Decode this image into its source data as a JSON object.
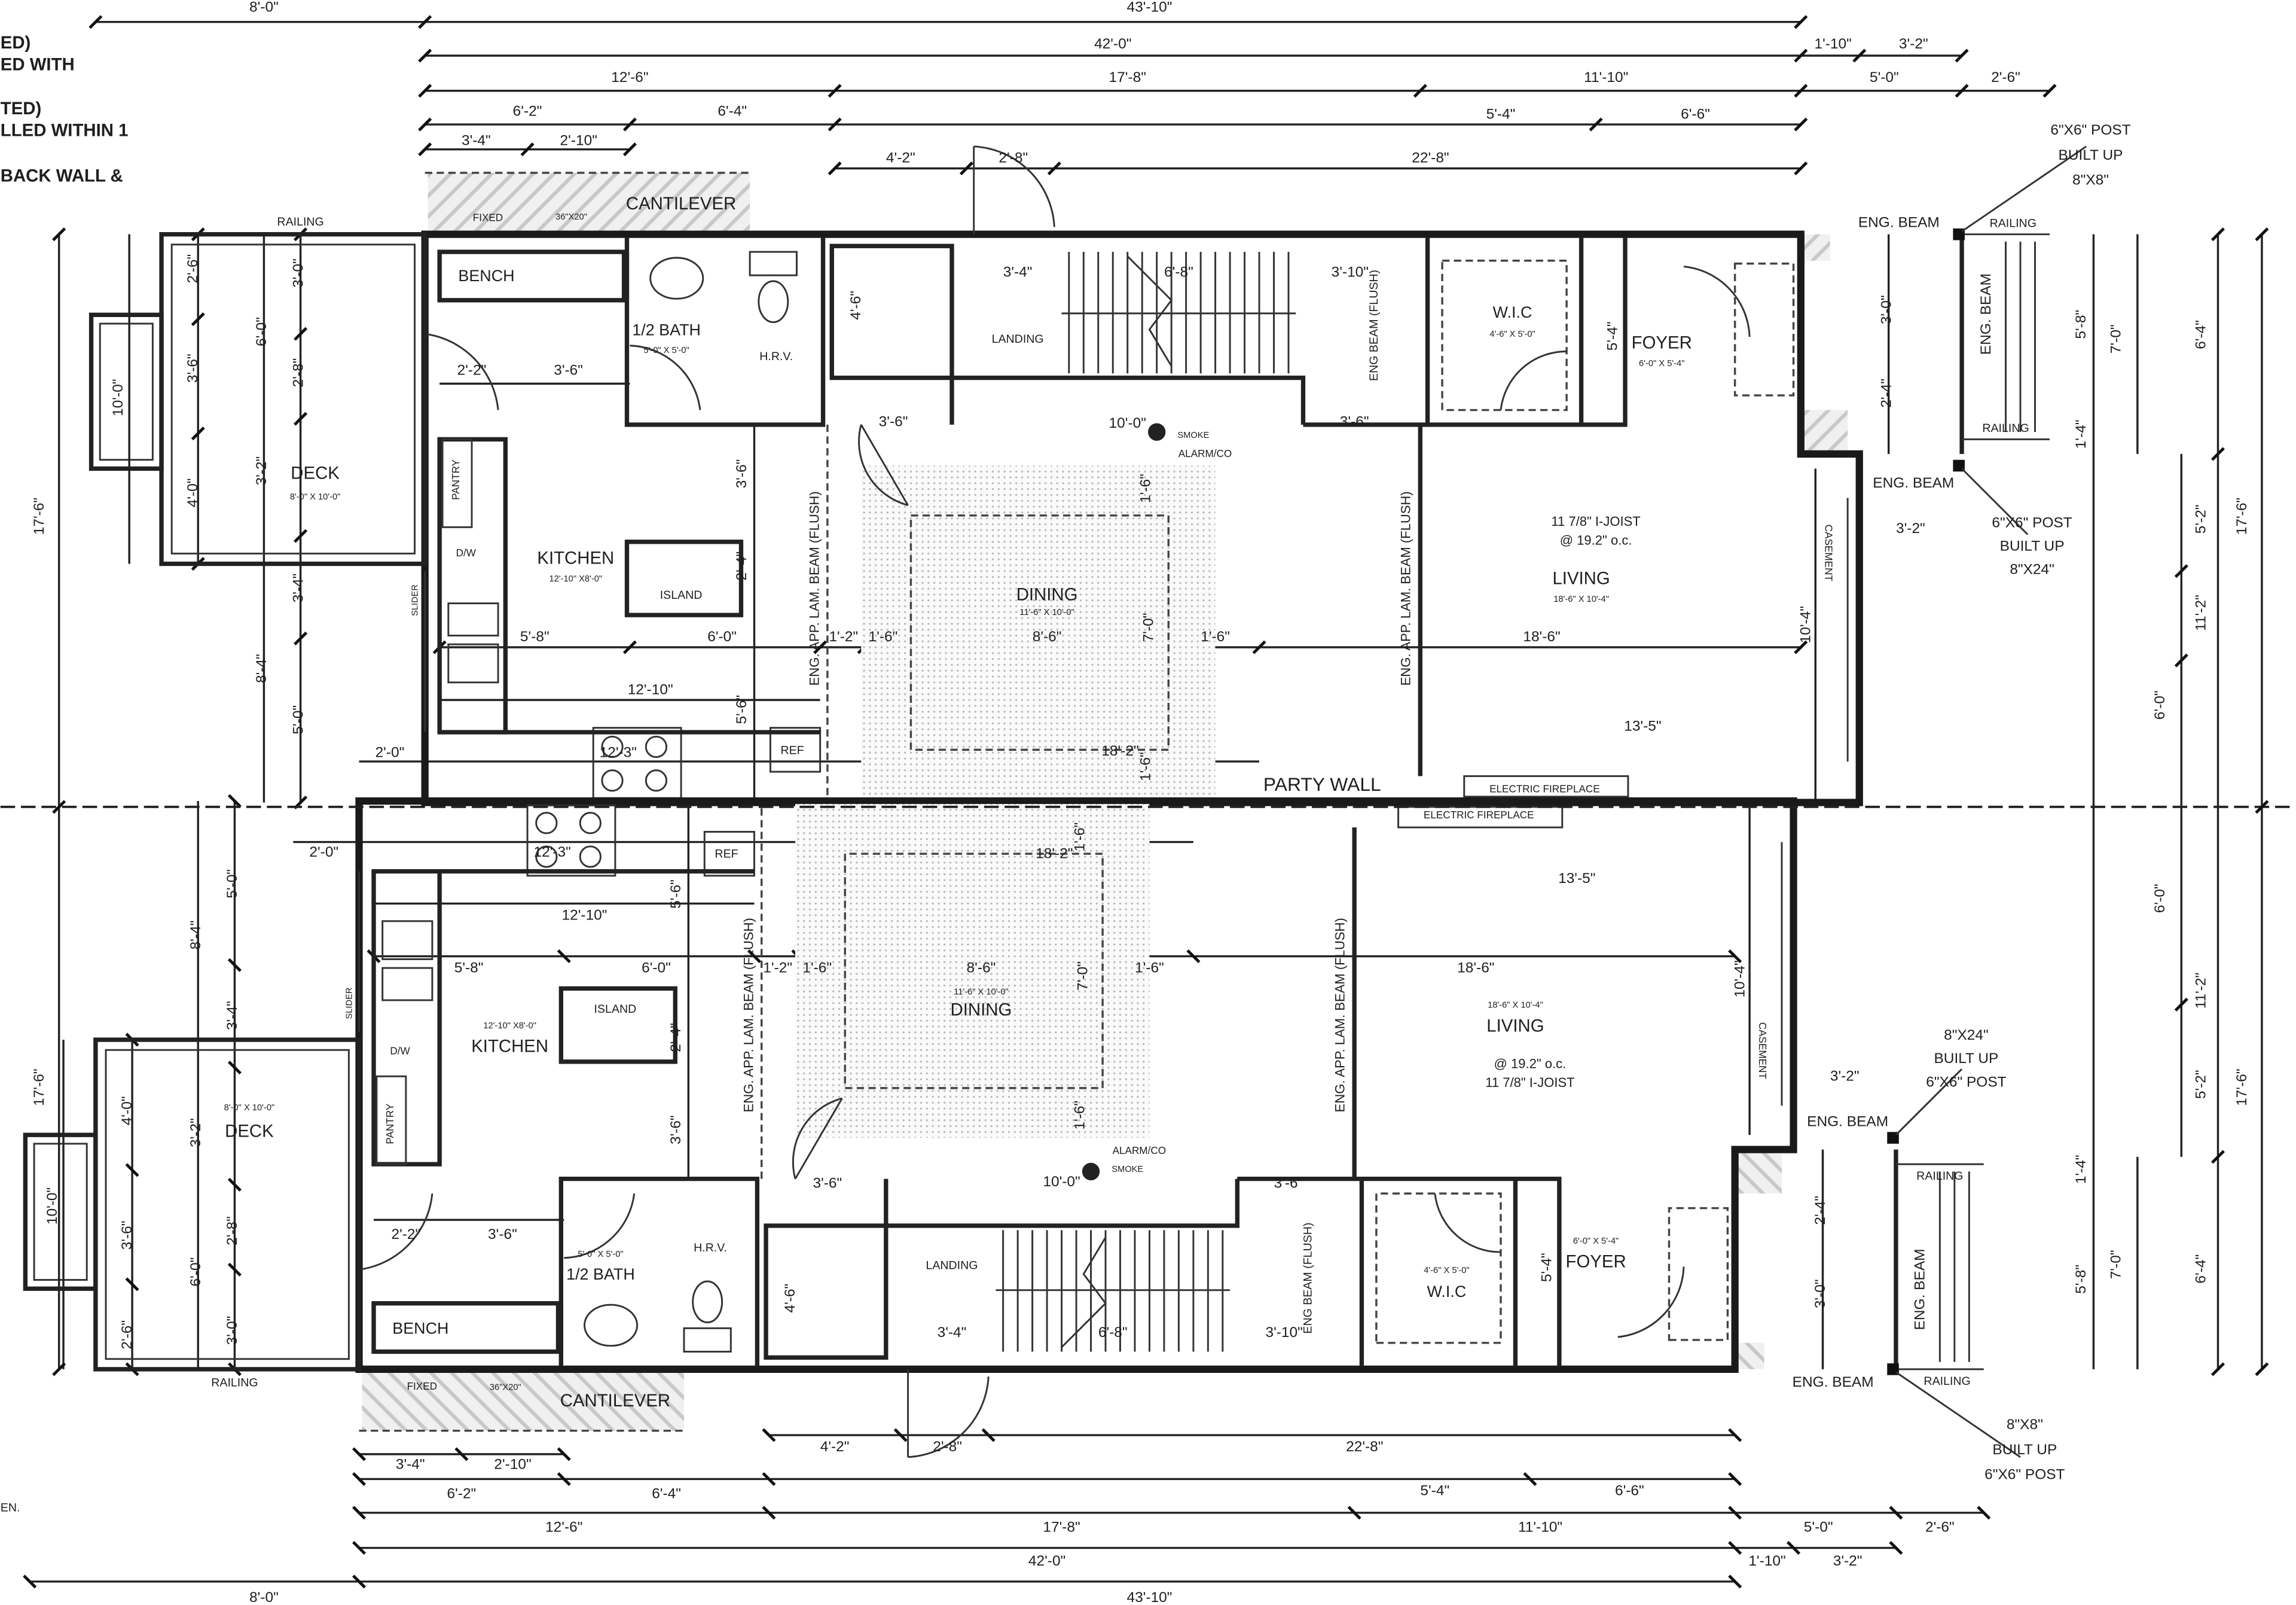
{
  "plan": {
    "party_wall": "PARTY WALL",
    "notes": [
      "ED)",
      "ED WITH",
      "TED)",
      "LLED WITHIN 1",
      "BACK WALL &",
      "EN."
    ],
    "hatch_color": "#c8c8c8",
    "line_color": "#1a1a1a"
  },
  "upper_unit": {
    "labels": {
      "bench": "BENCH",
      "half_bath": "1/2 BATH",
      "half_bath_size": "5'-0\" X 5'-0\"",
      "hrv": "H.R.V.",
      "kitchen": "KITCHEN",
      "kitchen_size": "12'-10\" X8'-0\"",
      "island": "ISLAND",
      "pantry": "PANTRY",
      "dw": "D/W",
      "slider": "SLIDER",
      "deck": "DECK",
      "deck_size": "8'-0\" X 10'-0\"",
      "dining": "DINING",
      "dining_size": "11'-6\" X 10'-0\"",
      "living": "LIVING",
      "living_size": "18'-6\" X 10'-4\"",
      "joist": "11 7/8\" I-JOIST",
      "joist_spacing": "@ 19.2\" o.c.",
      "foyer": "FOYER",
      "foyer_size": "6'-0\" X 5'-4\"",
      "wic": "W.I.C",
      "wic_size": "4'-6\" X 5'-0\"",
      "landing": "LANDING",
      "cantilever": "CANTILEVER",
      "fixed": "FIXED",
      "window_size": "36\"X20\"",
      "railing_left": "RAILING",
      "railing_right_top": "RAILING",
      "railing_right": "RAILING",
      "eng_beam_top": "ENG. BEAM",
      "eng_beam_mid": "ENG. BEAM",
      "eng_beam_vert": "ENG. BEAM",
      "lam_beam_kitchen": "ENG. APP. LAM. BEAM (FLUSH)",
      "lam_beam_living": "ENG. APP. LAM. BEAM (FLUSH)",
      "eng_beam_flush": "ENG BEAM (FLUSH)",
      "smoke": "SMOKE",
      "alarm": "ALARM/CO",
      "fireplace": "ELECTRIC FIREPLACE",
      "ref": "REF",
      "casement": "CASEMENT",
      "post1_a": "6\"X6\" POST",
      "post1_b": "BUILT UP",
      "post1_c": "8\"X8\"",
      "post2_a": "6\"X6\" POST",
      "post2_b": "BUILT UP",
      "post2_c": "8\"X24\"",
      "d_43_10": "43'-10\"",
      "d_8_0": "8'-0\"",
      "d_42_0": "42'-0\"",
      "d_1_10": "1'-10\"",
      "d_3_2": "3'-2\"",
      "d_12_6": "12'-6\"",
      "d_17_8": "17'-8\"",
      "d_11_10": "11'-10\"",
      "d_5_0": "5'-0\"",
      "d_2_6": "2'-6\"",
      "d_6_2": "6'-2\"",
      "d_6_4": "6'-4\"",
      "d_5_4": "5'-4\"",
      "d_6_6": "6'-6\"",
      "d_3_4": "3'-4\"",
      "d_2_10": "2'-10\"",
      "d_4_2": "4'-2\"",
      "d_2_8": "2'-8\"",
      "d_22_8": "22'-8\"",
      "i_2_2": "2'-2\"",
      "i_3_6": "3'-6\"",
      "i_10_0": "10'-0\"",
      "i_3_6b": "3'-6\"",
      "i_3_6c": "3'-6\"",
      "i_5_8": "5'-8\"",
      "i_6_0": "6'-0\"",
      "i_1_2": "1'-2\"",
      "i_1_6": "1'-6\"",
      "i_8_6": "8'-6\"",
      "i_1_6b": "1'-6\"",
      "i_18_6": "18'-6\"",
      "i_12_10": "12'-10\"",
      "i_13_5": "13'-5\"",
      "i_12_3": "12'-3\"",
      "i_18_2": "18'-2\"",
      "i_2_0": "2'-0\"",
      "i_3_4": "3'-4\"",
      "i_6_8": "6'-8\"",
      "i_3_10": "3'-10\"",
      "v_7_0": "7'-0\"",
      "v_10_4": "10'-4\"",
      "v_3_6k": "3'-6\"",
      "v_2_4k": "2'-4\"",
      "v_5_6k": "5'-6\"",
      "v_1_6a": "1'-6\"",
      "v_1_6b": "1'-6\"",
      "v_5_4f": "5'-4\"",
      "v_3_0p": "3'-0\"",
      "v_2_4p": "2'-4\"",
      "v_4_6s": "4'-6\"",
      "v_17_6L": "17'-6\"",
      "v_10_0d": "10'-0\"",
      "v_2_6": "2'-6\"",
      "v_3_6": "3'-6\"",
      "v_4_0": "4'-0\"",
      "v_3_0": "3'-0\"",
      "v_6_0": "6'-0\"",
      "v_2_8": "2'-8\"",
      "v_3_2": "3'-2\"",
      "v_3_4": "3'-4\"",
      "v_8_4": "8'-4\"",
      "v_5_0": "5'-0\"",
      "v_6_4R": "6'-4\"",
      "v_5_8R": "5'-8\"",
      "v_7_0R": "7'-0\"",
      "v_17_6R": "17'-6\"",
      "v_5_2R": "5'-2\"",
      "v_11_2R": "11'-2\"",
      "v_6_0R": "6'-0\"",
      "h_3_2R": "3'-2\"",
      "v_1_4R": "1'-4\""
    }
  },
  "lower_unit": {
    "labels": {
      "bench": "BENCH",
      "half_bath": "1/2 BATH",
      "half_bath_size": "5'-0\" X 5'-0\"",
      "hrv": "H.R.V.",
      "kitchen": "KITCHEN",
      "kitchen_size": "12'-10\" X8'-0\"",
      "island": "ISLAND",
      "pantry": "PANTRY",
      "dw": "D/W",
      "slider": "SLIDER",
      "deck": "DECK",
      "deck_size": "8'-0\" X 10'-0\"",
      "dining": "DINING",
      "dining_size": "11'-6\" X 10'-0\"",
      "living": "LIVING",
      "living_size": "18'-6\" X 10'-4\"",
      "joist": "11 7/8\" I-JOIST",
      "joist_spacing": "@ 19.2\" o.c.",
      "foyer": "FOYER",
      "foyer_size": "6'-0\" X 5'-4\"",
      "wic": "W.I.C",
      "wic_size": "4'-6\" X 5'-0\"",
      "landing": "LANDING",
      "cantilever": "CANTILEVER",
      "fixed": "FIXED",
      "window_size": "36\"X20\"",
      "railing_left": "RAILING",
      "railing_right_top": "RAILING",
      "railing_right": "RAILING",
      "eng_beam_top": "ENG. BEAM",
      "eng_beam_mid": "ENG. BEAM",
      "eng_beam_vert": "ENG. BEAM",
      "lam_beam_kitchen": "ENG. APP. LAM. BEAM (FLUSH)",
      "lam_beam_living": "ENG. APP. LAM. BEAM (FLUSH)",
      "eng_beam_flush": "ENG BEAM (FLUSH)",
      "smoke": "SMOKE",
      "alarm": "ALARM/CO",
      "fireplace": "ELECTRIC FIREPLACE",
      "ref": "REF",
      "casement": "CASEMENT",
      "post1_a": "6\"X6\" POST",
      "post1_b": "BUILT UP",
      "post1_c": "8\"X8\"",
      "post2_a": "6\"X6\" POST",
      "post2_b": "BUILT UP",
      "post2_c": "8\"X24\"",
      "d_43_10": "43'-10\"",
      "d_8_0": "8'-0\"",
      "d_42_0": "42'-0\"",
      "d_1_10": "1'-10\"",
      "d_3_2": "3'-2\"",
      "d_12_6": "12'-6\"",
      "d_17_8": "17'-8\"",
      "d_11_10": "11'-10\"",
      "d_5_0": "5'-0\"",
      "d_2_6": "2'-6\"",
      "d_6_2": "6'-2\"",
      "d_6_4": "6'-4\"",
      "d_5_4": "5'-4\"",
      "d_6_6": "6'-6\"",
      "d_3_4": "3'-4\"",
      "d_2_10": "2'-10\"",
      "d_4_2": "4'-2\"",
      "d_2_8": "2'-8\"",
      "d_22_8": "22'-8\"",
      "i_2_2": "2'-2\"",
      "i_3_6": "3'-6\"",
      "i_10_0": "10'-0\"",
      "i_3_6b": "3'-6\"",
      "i_3_6c": "3'-6\"",
      "i_5_8": "5'-8\"",
      "i_6_0": "6'-0\"",
      "i_1_2": "1'-2\"",
      "i_1_6": "1'-6\"",
      "i_8_6": "8'-6\"",
      "i_1_6b": "1'-6\"",
      "i_18_6": "18'-6\"",
      "i_12_10": "12'-10\"",
      "i_13_5": "13'-5\"",
      "i_12_3": "12'-3\"",
      "i_18_2": "18'-2\"",
      "i_2_0": "2'-0\"",
      "i_3_4": "3'-4\"",
      "i_6_8": "6'-8\"",
      "i_3_10": "3'-10\"",
      "v_7_0": "7'-0\"",
      "v_10_4": "10'-4\"",
      "v_3_6k": "3'-6\"",
      "v_2_4k": "2'-4\"",
      "v_5_6k": "5'-6\"",
      "v_1_6a": "1'-6\"",
      "v_1_6b": "1'-6\"",
      "v_5_4f": "5'-4\"",
      "v_3_0p": "3'-0\"",
      "v_2_4p": "2'-4\"",
      "v_4_6s": "4'-6\"",
      "v_17_6L": "17'-6\"",
      "v_10_0d": "10'-0\"",
      "v_2_6": "2'-6\"",
      "v_3_6": "3'-6\"",
      "v_4_0": "4'-0\"",
      "v_3_0": "3'-0\"",
      "v_6_0": "6'-0\"",
      "v_2_8": "2'-8\"",
      "v_3_2": "3'-2\"",
      "v_3_4": "3'-4\"",
      "v_8_4": "8'-4\"",
      "v_5_0": "5'-0\"",
      "v_6_4R": "6'-4\"",
      "v_5_8R": "5'-8\"",
      "v_7_0R": "7'-0\"",
      "v_17_6R": "17'-6\"",
      "v_5_2R": "5'-2\"",
      "v_11_2R": "11'-2\"",
      "v_6_0R": "6'-0\"",
      "h_3_2R": "3'-2\"",
      "v_1_4R": "1'-4\""
    }
  }
}
